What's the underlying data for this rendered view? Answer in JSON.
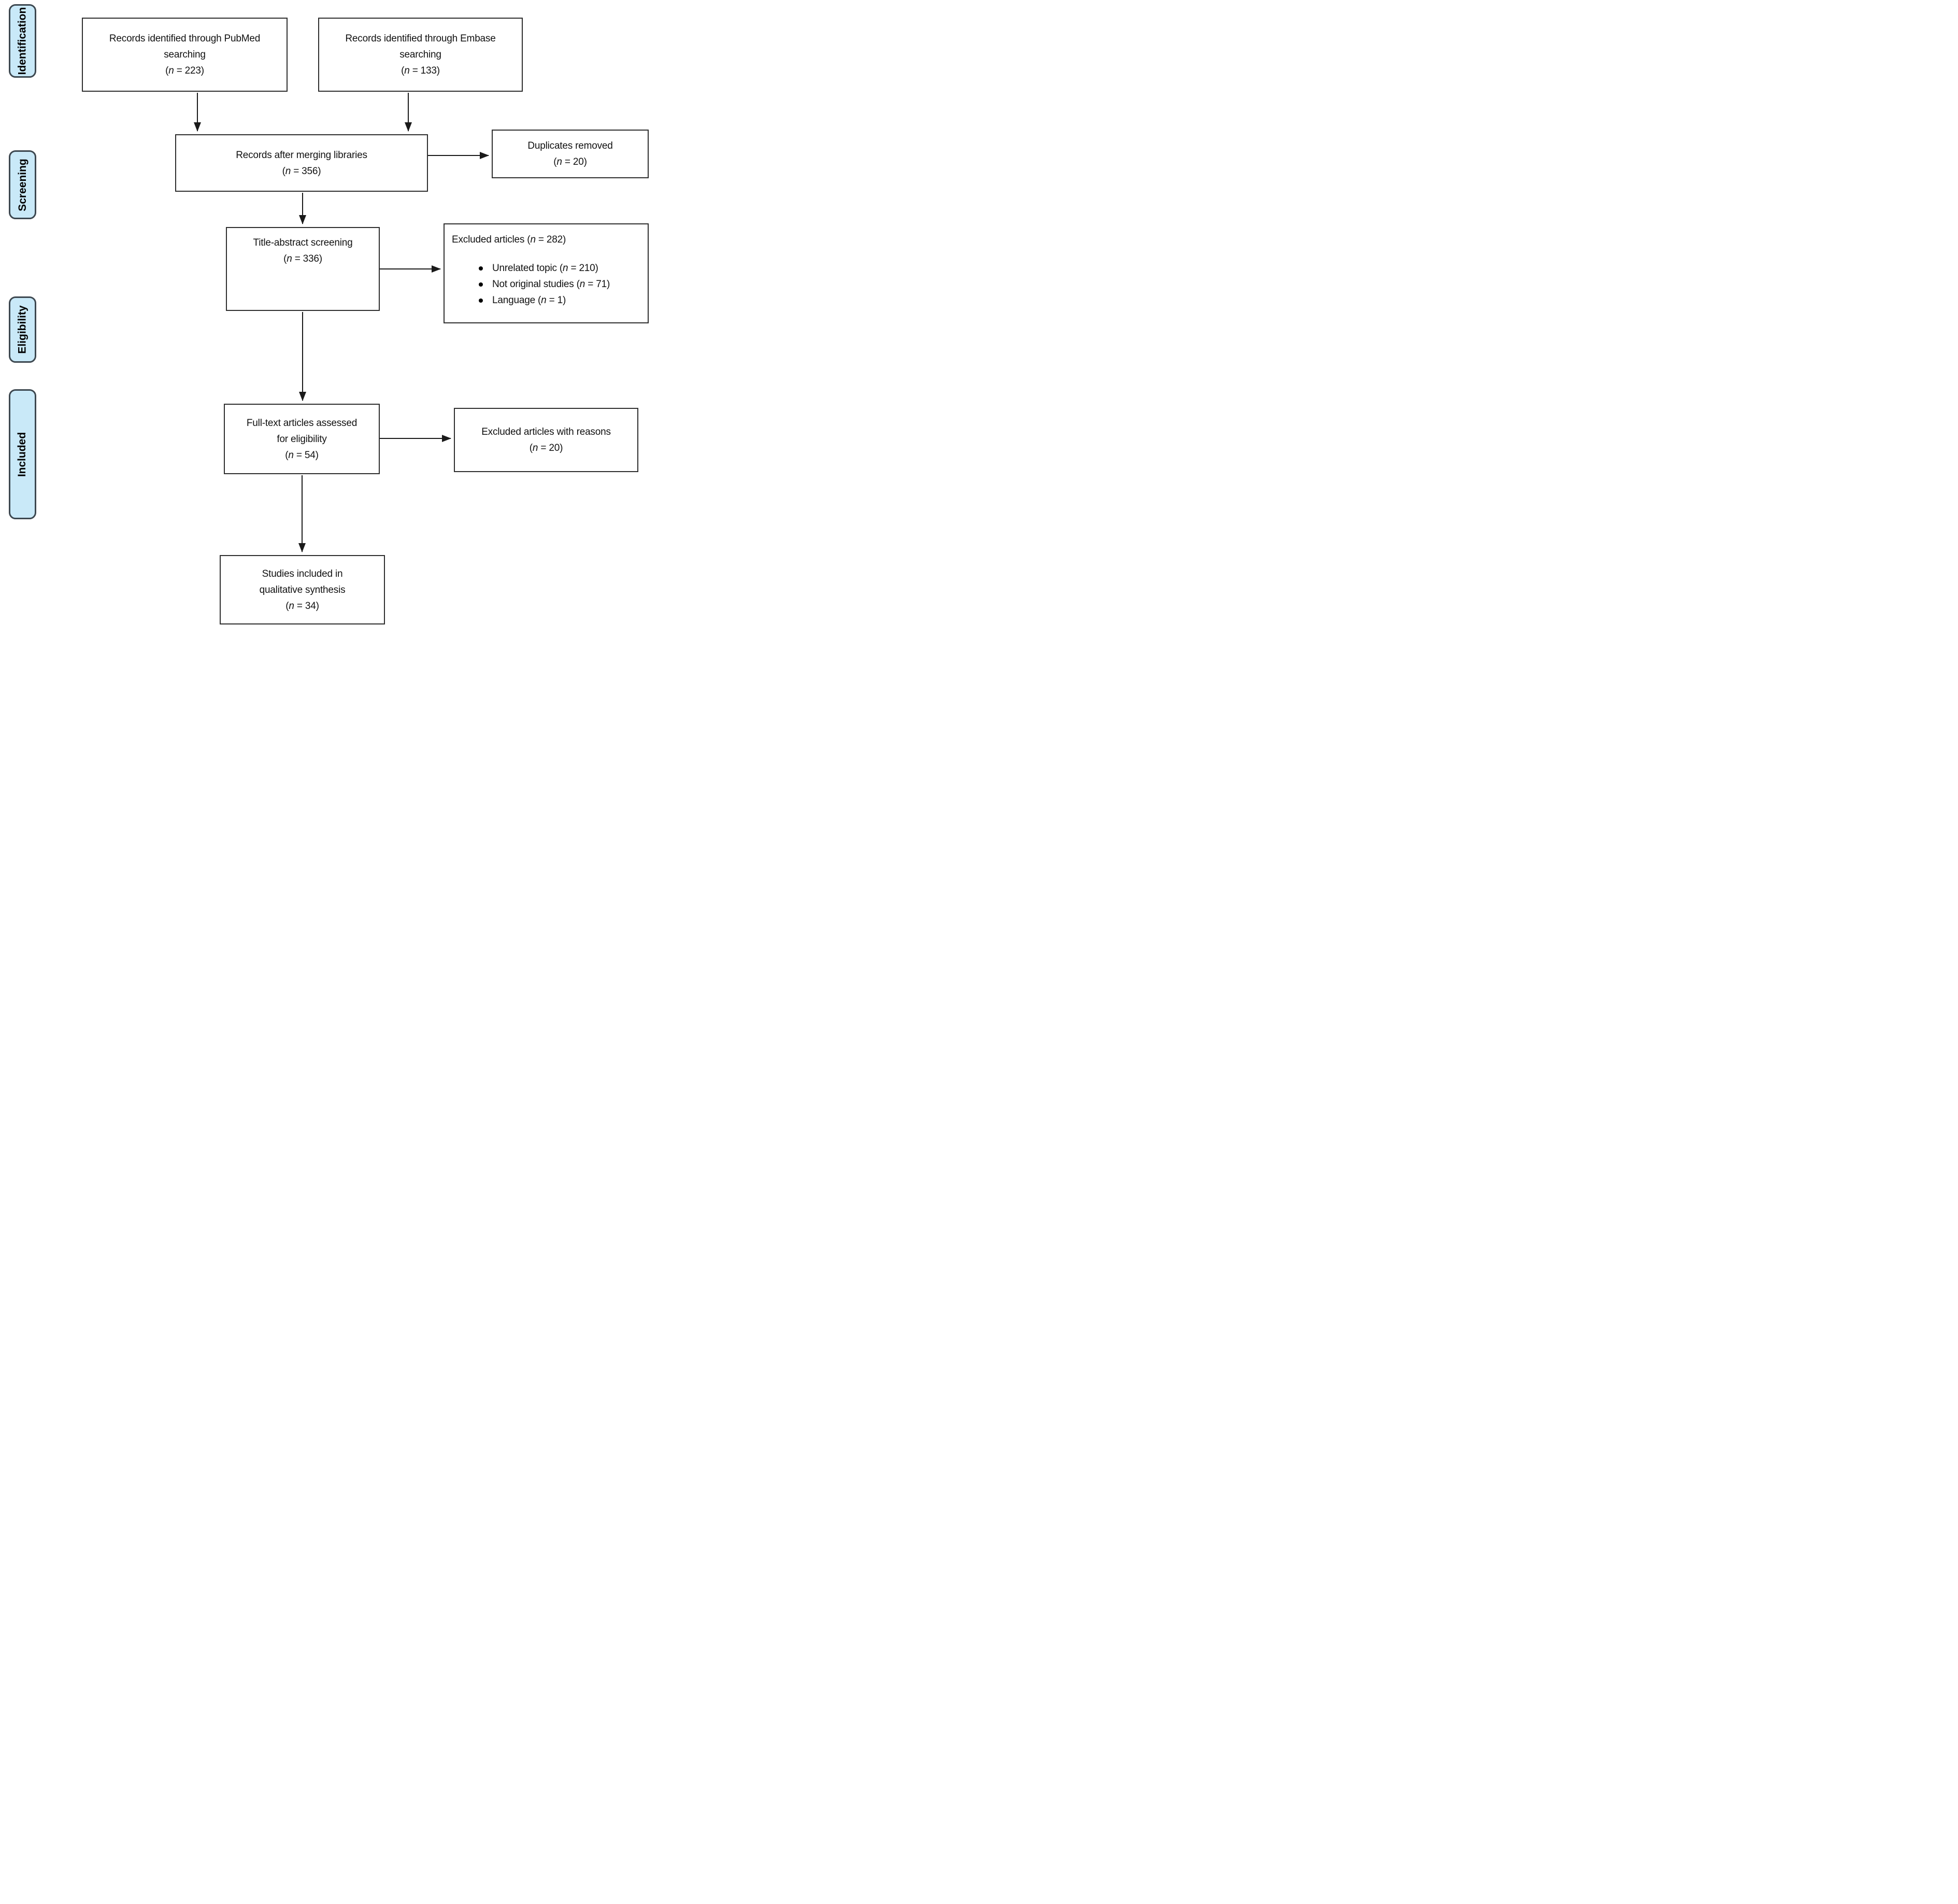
{
  "diagram": {
    "stages": [
      {
        "label": "Identification"
      },
      {
        "label": "Screening"
      },
      {
        "label": "Eligibility"
      },
      {
        "label": "Included"
      }
    ],
    "boxes": {
      "pubmed": {
        "line1": "Records identified through PubMed",
        "line2": "searching",
        "count": "(n = 223)"
      },
      "embase": {
        "line1": "Records identified through Embase",
        "line2": "searching",
        "count": "(n = 133)"
      },
      "merged": {
        "line1": "Records after merging libraries",
        "count": "(n = 356)"
      },
      "duplicates": {
        "line1": "Duplicates removed",
        "count": "(n = 20)"
      },
      "title_abstract": {
        "line1": "Title-abstract screening",
        "count": "(n = 336)"
      },
      "excluded_screening": {
        "title": "Excluded articles (n = 282)",
        "bullets": [
          "Unrelated topic (n = 210)",
          "Not original studies (n = 71)",
          "Language (n = 1)"
        ]
      },
      "fulltext": {
        "line1": "Full-text articles assessed",
        "line2": "for eligibility",
        "count": "(n = 54)"
      },
      "excluded_fulltext": {
        "line1": "Excluded articles with reasons",
        "count": "(n = 20)"
      },
      "included_studies": {
        "line1": "Studies included in",
        "line2": "qualitative synthesis",
        "count": "(n = 34)"
      }
    },
    "colors": {
      "stage_fill": "#c9e9f8",
      "stage_border": "#3d4850",
      "box_border": "#2f2f2f",
      "arrow": "#1a1a1a"
    }
  }
}
